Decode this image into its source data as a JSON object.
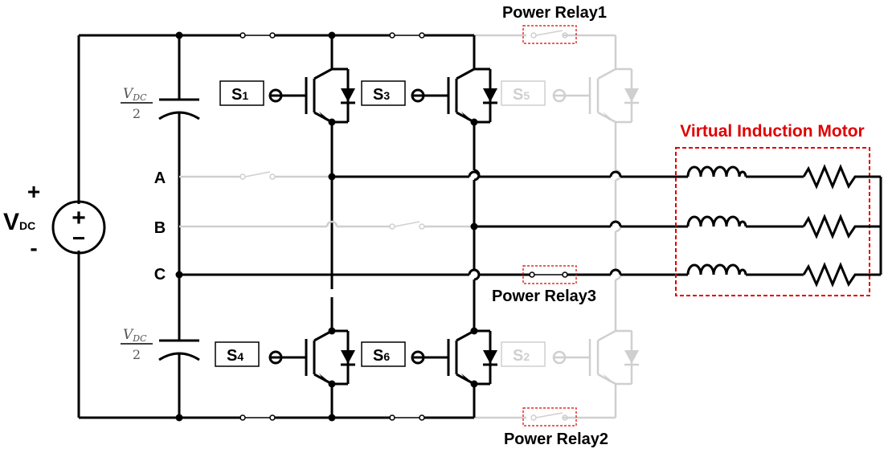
{
  "source": {
    "plus": "+",
    "minus": "−",
    "label_main": "V",
    "label_sub": "DC",
    "sign_plus": "+",
    "sign_minus": "-"
  },
  "capacitors": {
    "numerator_main": "V",
    "numerator_sub": "DC",
    "denominator": "2"
  },
  "nodes": {
    "a": "A",
    "b": "B",
    "c": "C"
  },
  "switches": {
    "s1": "S",
    "s1_sub": "1",
    "s3": "S",
    "s3_sub": "3",
    "s5": "S",
    "s5_sub": "5",
    "s4": "S",
    "s4_sub": "4",
    "s6": "S",
    "s6_sub": "6",
    "s2": "S",
    "s2_sub": "2"
  },
  "relays": {
    "relay1": "Power Relay1",
    "relay2": "Power Relay2",
    "relay3": "Power Relay3"
  },
  "motor": {
    "title": "Virtual Induction Motor"
  },
  "colors": {
    "active": "#000000",
    "inactive": "#cfcfcf",
    "highlight": "#e00000"
  }
}
